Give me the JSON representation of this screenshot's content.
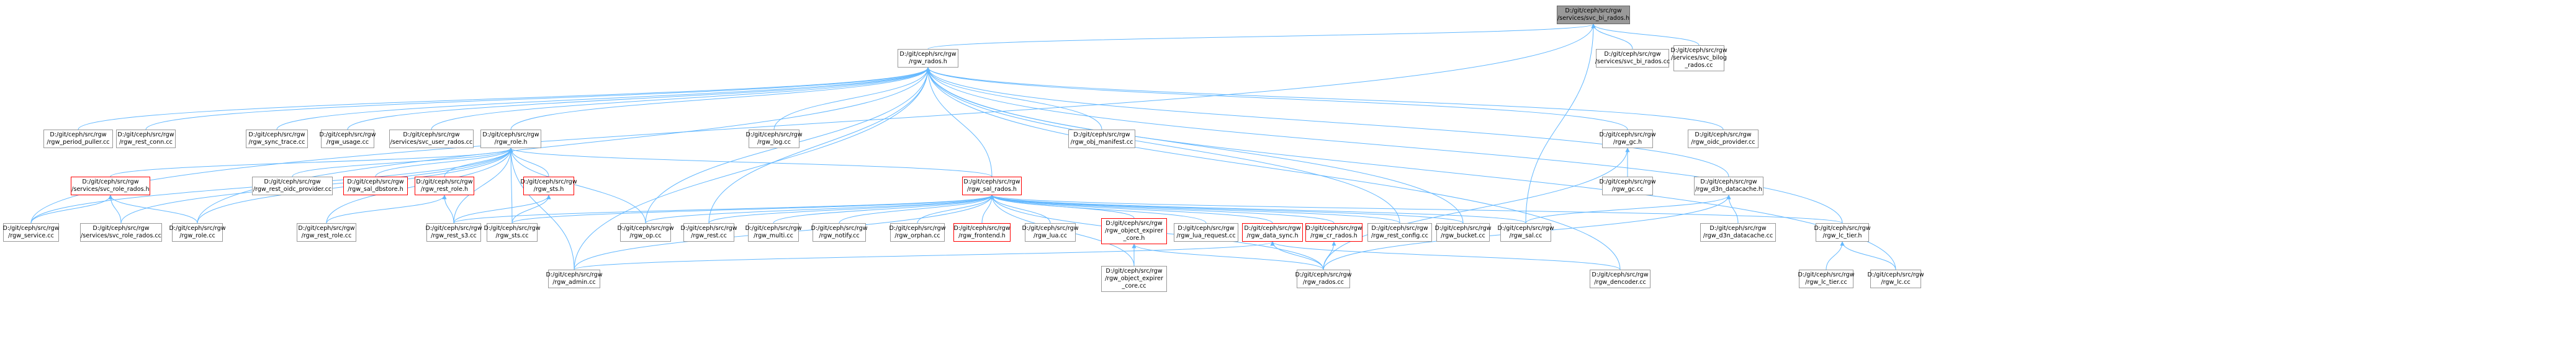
{
  "colors": {
    "edge": "#63b8ff",
    "node_border": "#999999",
    "highlight_border": "#ff0000",
    "root_fill": "#999999"
  },
  "nodes": {
    "svc_bi_rados_h": {
      "lines": [
        "D:/git/ceph/src/rgw",
        "/services/svc_bi_rados.h"
      ],
      "highlight": false,
      "root": true
    },
    "rgw_rados_h": {
      "lines": [
        "D:/git/ceph/src/rgw",
        "/rgw_rados.h"
      ],
      "highlight": false
    },
    "svc_bi_rados_cc": {
      "lines": [
        "D:/git/ceph/src/rgw",
        "/services/svc_bi_rados.cc"
      ],
      "highlight": false
    },
    "svc_bilog_rados_cc": {
      "lines": [
        "D:/git/ceph/src/rgw",
        "/services/svc_bilog",
        "_rados.cc"
      ],
      "highlight": false
    },
    "rgw_period_puller_cc": {
      "lines": [
        "D:/git/ceph/src/rgw",
        "/rgw_period_puller.cc"
      ],
      "highlight": false
    },
    "rgw_rest_conn_cc": {
      "lines": [
        "D:/git/ceph/src/rgw",
        "/rgw_rest_conn.cc"
      ],
      "highlight": false
    },
    "rgw_sync_trace_cc": {
      "lines": [
        "D:/git/ceph/src/rgw",
        "/rgw_sync_trace.cc"
      ],
      "highlight": false
    },
    "rgw_usage_cc": {
      "lines": [
        "D:/git/ceph/src/rgw",
        "/rgw_usage.cc"
      ],
      "highlight": false
    },
    "svc_user_rados_cc": {
      "lines": [
        "D:/git/ceph/src/rgw",
        "/services/svc_user_rados.cc"
      ],
      "highlight": false
    },
    "rgw_role_h": {
      "lines": [
        "D:/git/ceph/src/rgw",
        "/rgw_role.h"
      ],
      "highlight": false
    },
    "rgw_log_cc": {
      "lines": [
        "D:/git/ceph/src/rgw",
        "/rgw_log.cc"
      ],
      "highlight": false
    },
    "rgw_obj_manifest_cc": {
      "lines": [
        "D:/git/ceph/src/rgw",
        "/rgw_obj_manifest.cc"
      ],
      "highlight": false
    },
    "rgw_gc_h": {
      "lines": [
        "D:/git/ceph/src/rgw",
        "/rgw_gc.h"
      ],
      "highlight": false
    },
    "rgw_oidc_provider_cc": {
      "lines": [
        "D:/git/ceph/src/rgw",
        "/rgw_oidc_provider.cc"
      ],
      "highlight": false
    },
    "svc_role_rados_h": {
      "lines": [
        "D:/git/ceph/src/rgw",
        "/services/svc_role_rados.h"
      ],
      "highlight": true
    },
    "rgw_rest_oidc_provider_cc": {
      "lines": [
        "D:/git/ceph/src/rgw",
        "/rgw_rest_oidc_provider.cc"
      ],
      "highlight": false
    },
    "rgw_sal_dbstore_h": {
      "lines": [
        "D:/git/ceph/src/rgw",
        "/rgw_sal_dbstore.h"
      ],
      "highlight": true
    },
    "rgw_rest_role_h": {
      "lines": [
        "D:/git/ceph/src/rgw",
        "/rgw_rest_role.h"
      ],
      "highlight": true
    },
    "rgw_sts_h": {
      "lines": [
        "D:/git/ceph/src/rgw",
        "/rgw_sts.h"
      ],
      "highlight": true
    },
    "rgw_sal_rados_h": {
      "lines": [
        "D:/git/ceph/src/rgw",
        "/rgw_sal_rados.h"
      ],
      "highlight": true
    },
    "rgw_gc_cc": {
      "lines": [
        "D:/git/ceph/src/rgw",
        "/rgw_gc.cc"
      ],
      "highlight": false
    },
    "rgw_d3n_datacache_h": {
      "lines": [
        "D:/git/ceph/src/rgw",
        "/rgw_d3n_datacache.h"
      ],
      "highlight": false
    },
    "rgw_service_cc": {
      "lines": [
        "D:/git/ceph/src/rgw",
        "/rgw_service.cc"
      ],
      "highlight": false
    },
    "svc_role_rados_cc": {
      "lines": [
        "D:/git/ceph/src/rgw",
        "/services/svc_role_rados.cc"
      ],
      "highlight": false
    },
    "rgw_role_cc": {
      "lines": [
        "D:/git/ceph/src/rgw",
        "/rgw_role.cc"
      ],
      "highlight": false
    },
    "rgw_rest_role_cc": {
      "lines": [
        "D:/git/ceph/src/rgw",
        "/rgw_rest_role.cc"
      ],
      "highlight": false
    },
    "rgw_rest_s3_cc": {
      "lines": [
        "D:/git/ceph/src/rgw",
        "/rgw_rest_s3.cc"
      ],
      "highlight": false
    },
    "rgw_sts_cc": {
      "lines": [
        "D:/git/ceph/src/rgw",
        "/rgw_sts.cc"
      ],
      "highlight": false
    },
    "rgw_op_cc": {
      "lines": [
        "D:/git/ceph/src/rgw",
        "/rgw_op.cc"
      ],
      "highlight": false
    },
    "rgw_rest_cc": {
      "lines": [
        "D:/git/ceph/src/rgw",
        "/rgw_rest.cc"
      ],
      "highlight": false
    },
    "rgw_multi_cc": {
      "lines": [
        "D:/git/ceph/src/rgw",
        "/rgw_multi.cc"
      ],
      "highlight": false
    },
    "rgw_notify_cc": {
      "lines": [
        "D:/git/ceph/src/rgw",
        "/rgw_notify.cc"
      ],
      "highlight": false
    },
    "rgw_orphan_cc": {
      "lines": [
        "D:/git/ceph/src/rgw",
        "/rgw_orphan.cc"
      ],
      "highlight": false
    },
    "rgw_frontend_h": {
      "lines": [
        "D:/git/ceph/src/rgw",
        "/rgw_frontend.h"
      ],
      "highlight": true
    },
    "rgw_lua_cc": {
      "lines": [
        "D:/git/ceph/src/rgw",
        "/rgw_lua.cc"
      ],
      "highlight": false
    },
    "rgw_object_expirer_core_h": {
      "lines": [
        "D:/git/ceph/src/rgw",
        "/rgw_object_expirer",
        "_core.h"
      ],
      "highlight": true
    },
    "rgw_lua_request_cc": {
      "lines": [
        "D:/git/ceph/src/rgw",
        "/rgw_lua_request.cc"
      ],
      "highlight": false
    },
    "rgw_data_sync_h": {
      "lines": [
        "D:/git/ceph/src/rgw",
        "/rgw_data_sync.h"
      ],
      "highlight": true
    },
    "rgw_cr_rados_h": {
      "lines": [
        "D:/git/ceph/src/rgw",
        "/rgw_cr_rados.h"
      ],
      "highlight": true
    },
    "rgw_rest_config_cc": {
      "lines": [
        "D:/git/ceph/src/rgw",
        "/rgw_rest_config.cc"
      ],
      "highlight": false
    },
    "rgw_bucket_cc": {
      "lines": [
        "D:/git/ceph/src/rgw",
        "/rgw_bucket.cc"
      ],
      "highlight": false
    },
    "rgw_sal_cc": {
      "lines": [
        "D:/git/ceph/src/rgw",
        "/rgw_sal.cc"
      ],
      "highlight": false
    },
    "rgw_d3n_datacache_cc": {
      "lines": [
        "D:/git/ceph/src/rgw",
        "/rgw_d3n_datacache.cc"
      ],
      "highlight": false
    },
    "rgw_lc_tier_h": {
      "lines": [
        "D:/git/ceph/src/rgw",
        "/rgw_lc_tier.h"
      ],
      "highlight": false
    },
    "rgw_admin_cc": {
      "lines": [
        "D:/git/ceph/src/rgw",
        "/rgw_admin.cc"
      ],
      "highlight": false
    },
    "rgw_object_expirer_core_cc": {
      "lines": [
        "D:/git/ceph/src/rgw",
        "/rgw_object_expirer",
        "_core.cc"
      ],
      "highlight": false
    },
    "rgw_rados_cc": {
      "lines": [
        "D:/git/ceph/src/rgw",
        "/rgw_rados.cc"
      ],
      "highlight": false
    },
    "rgw_dencoder_cc": {
      "lines": [
        "D:/git/ceph/src/rgw",
        "/rgw_dencoder.cc"
      ],
      "highlight": false
    },
    "rgw_lc_tier_cc": {
      "lines": [
        "D:/git/ceph/src/rgw",
        "/rgw_lc_tier.cc"
      ],
      "highlight": false
    },
    "rgw_lc_cc": {
      "lines": [
        "D:/git/ceph/src/rgw",
        "/rgw_lc.cc"
      ],
      "highlight": false
    }
  },
  "edges": [
    [
      "svc_bi_rados_h",
      "rgw_rados_h"
    ],
    [
      "svc_bi_rados_h",
      "svc_bi_rados_cc"
    ],
    [
      "svc_bi_rados_h",
      "svc_bilog_rados_cc"
    ],
    [
      "svc_bi_rados_h",
      "rgw_service_cc"
    ],
    [
      "svc_bi_rados_h",
      "rgw_sal_cc"
    ],
    [
      "rgw_rados_h",
      "rgw_period_puller_cc"
    ],
    [
      "rgw_rados_h",
      "rgw_rest_conn_cc"
    ],
    [
      "rgw_rados_h",
      "rgw_sync_trace_cc"
    ],
    [
      "rgw_rados_h",
      "rgw_usage_cc"
    ],
    [
      "rgw_rados_h",
      "svc_user_rados_cc"
    ],
    [
      "rgw_rados_h",
      "rgw_role_h"
    ],
    [
      "rgw_rados_h",
      "rgw_log_cc"
    ],
    [
      "rgw_rados_h",
      "rgw_obj_manifest_cc"
    ],
    [
      "rgw_rados_h",
      "rgw_gc_h"
    ],
    [
      "rgw_rados_h",
      "rgw_oidc_provider_cc"
    ],
    [
      "rgw_rados_h",
      "rgw_sal_rados_h"
    ],
    [
      "rgw_rados_h",
      "rgw_d3n_datacache_h"
    ],
    [
      "rgw_rados_h",
      "rgw_lc_tier_h"
    ],
    [
      "rgw_rados_h",
      "rgw_lc_cc"
    ],
    [
      "rgw_rados_h",
      "rgw_dencoder_cc"
    ],
    [
      "rgw_rados_h",
      "rgw_admin_cc"
    ],
    [
      "rgw_rados_h",
      "rgw_rest_cc"
    ],
    [
      "rgw_rados_h",
      "rgw_role_cc"
    ],
    [
      "rgw_rados_h",
      "rgw_rest_config_cc"
    ],
    [
      "rgw_rados_h",
      "rgw_bucket_cc"
    ],
    [
      "rgw_rados_h",
      "rgw_op_cc"
    ],
    [
      "rgw_role_h",
      "svc_role_rados_h"
    ],
    [
      "rgw_role_h",
      "rgw_rest_oidc_provider_cc"
    ],
    [
      "rgw_role_h",
      "rgw_sal_dbstore_h"
    ],
    [
      "rgw_role_h",
      "rgw_rest_role_h"
    ],
    [
      "rgw_role_h",
      "rgw_sts_h"
    ],
    [
      "rgw_role_h",
      "rgw_sal_rados_h"
    ],
    [
      "rgw_role_h",
      "rgw_service_cc"
    ],
    [
      "rgw_role_h",
      "svc_role_rados_cc"
    ],
    [
      "rgw_role_h",
      "rgw_role_cc"
    ],
    [
      "rgw_role_h",
      "rgw_rest_role_cc"
    ],
    [
      "rgw_role_h",
      "rgw_rest_s3_cc"
    ],
    [
      "rgw_role_h",
      "rgw_sts_cc"
    ],
    [
      "rgw_role_h",
      "rgw_op_cc"
    ],
    [
      "rgw_role_h",
      "rgw_admin_cc"
    ],
    [
      "svc_role_rados_h",
      "rgw_service_cc"
    ],
    [
      "svc_role_rados_h",
      "svc_role_rados_cc"
    ],
    [
      "svc_role_rados_h",
      "rgw_role_cc"
    ],
    [
      "rgw_rest_role_h",
      "rgw_rest_role_cc"
    ],
    [
      "rgw_rest_role_h",
      "rgw_rest_s3_cc"
    ],
    [
      "rgw_sts_h",
      "rgw_rest_s3_cc"
    ],
    [
      "rgw_sts_h",
      "rgw_sts_cc"
    ],
    [
      "rgw_sal_rados_h",
      "rgw_op_cc"
    ],
    [
      "rgw_sal_rados_h",
      "rgw_rest_cc"
    ],
    [
      "rgw_sal_rados_h",
      "rgw_multi_cc"
    ],
    [
      "rgw_sal_rados_h",
      "rgw_notify_cc"
    ],
    [
      "rgw_sal_rados_h",
      "rgw_orphan_cc"
    ],
    [
      "rgw_sal_rados_h",
      "rgw_frontend_h"
    ],
    [
      "rgw_sal_rados_h",
      "rgw_lua_cc"
    ],
    [
      "rgw_sal_rados_h",
      "rgw_object_expirer_core_h"
    ],
    [
      "rgw_sal_rados_h",
      "rgw_lua_request_cc"
    ],
    [
      "rgw_sal_rados_h",
      "rgw_data_sync_h"
    ],
    [
      "rgw_sal_rados_h",
      "rgw_cr_rados_h"
    ],
    [
      "rgw_sal_rados_h",
      "rgw_rest_config_cc"
    ],
    [
      "rgw_sal_rados_h",
      "rgw_bucket_cc"
    ],
    [
      "rgw_sal_rados_h",
      "rgw_sal_cc"
    ],
    [
      "rgw_sal_rados_h",
      "rgw_lc_tier_h"
    ],
    [
      "rgw_sal_rados_h",
      "rgw_sts_cc"
    ],
    [
      "rgw_sal_rados_h",
      "rgw_rest_s3_cc"
    ],
    [
      "rgw_sal_rados_h",
      "rgw_admin_cc"
    ],
    [
      "rgw_sal_rados_h",
      "rgw_object_expirer_core_cc"
    ],
    [
      "rgw_sal_rados_h",
      "rgw_rados_cc"
    ],
    [
      "rgw_object_expirer_core_h",
      "rgw_object_expirer_core_cc"
    ],
    [
      "rgw_object_expirer_core_h",
      "rgw_rados_cc"
    ],
    [
      "rgw_data_sync_h",
      "rgw_admin_cc"
    ],
    [
      "rgw_data_sync_h",
      "rgw_rados_cc"
    ],
    [
      "rgw_data_sync_h",
      "rgw_dencoder_cc"
    ],
    [
      "rgw_cr_rados_h",
      "rgw_rados_cc"
    ],
    [
      "rgw_gc_h",
      "rgw_gc_cc"
    ],
    [
      "rgw_gc_h",
      "rgw_rados_cc"
    ],
    [
      "rgw_d3n_datacache_h",
      "rgw_sal_cc"
    ],
    [
      "rgw_d3n_datacache_h",
      "rgw_d3n_datacache_cc"
    ],
    [
      "rgw_d3n_datacache_h",
      "rgw_rados_cc"
    ],
    [
      "rgw_lc_tier_h",
      "rgw_lc_tier_cc"
    ],
    [
      "rgw_lc_tier_h",
      "rgw_lc_cc"
    ]
  ]
}
